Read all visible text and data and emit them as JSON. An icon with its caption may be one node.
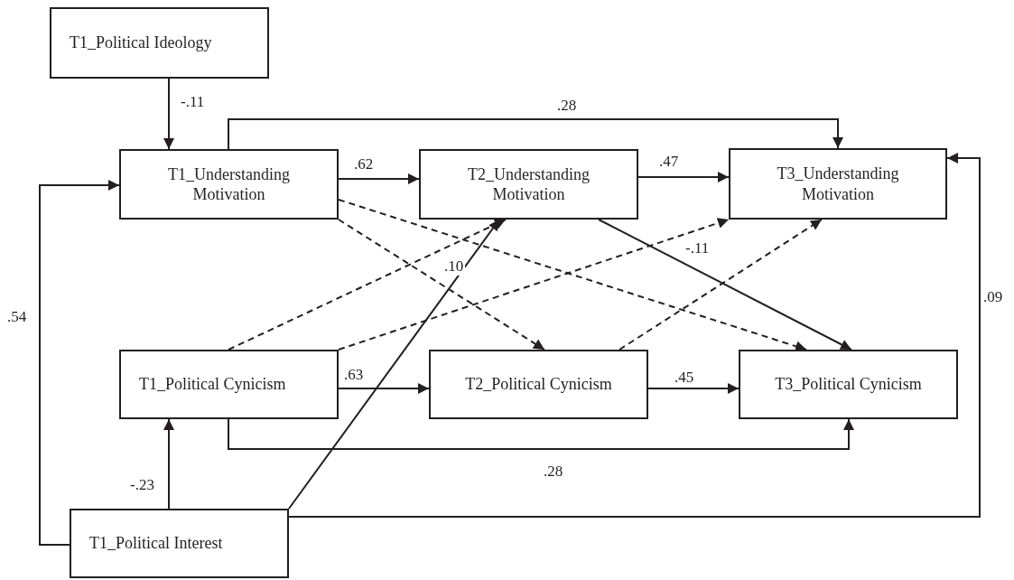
{
  "diagram": {
    "nodes": [
      {
        "text": [
          "T1_Political Ideology"
        ]
      },
      {
        "text": [
          "T1_Understanding Motivation"
        ]
      },
      {
        "text": [
          "T2_Understanding Motivation"
        ]
      },
      {
        "text": [
          "T3_Understanding Motivation"
        ]
      },
      {
        "text": [
          "T1_Political Cynicism"
        ]
      },
      {
        "text": [
          "T2_Political Cynicism"
        ]
      },
      {
        "text": [
          "T3_Political Cynicism"
        ]
      },
      {
        "text": [
          "T1_Political Interest"
        ]
      }
    ],
    "edges": [
      {
        "from": 0,
        "to": 1,
        "arrow": "to",
        "label": "-.11"
      },
      {
        "from": 1,
        "to": 3,
        "arrow": "to",
        "label": ".28"
      },
      {
        "from": 1,
        "to": 2,
        "arrow": "to",
        "label": ".62"
      },
      {
        "from": 2,
        "to": 3,
        "arrow": "to",
        "label": ".47"
      },
      {
        "from": 1,
        "to": 5,
        "arrow": "to",
        "style": "dashed"
      },
      {
        "from": 1,
        "to": 6,
        "arrow": "to",
        "style": "dashed"
      },
      {
        "from": 4,
        "to": 2,
        "arrow": "to",
        "style": "dashed"
      },
      {
        "from": 4,
        "to": 3,
        "arrow": "to",
        "style": "dashed"
      },
      {
        "from": 5,
        "to": 3,
        "arrow": "to",
        "style": "dashed"
      },
      {
        "from": 2,
        "to": 6,
        "arrow": "to",
        "label": "-.11"
      },
      {
        "from": 7,
        "to": 2,
        "arrow": "to",
        "label": ".10"
      },
      {
        "from": 4,
        "to": 5,
        "arrow": "to",
        "label": ".63"
      },
      {
        "from": 5,
        "to": 6,
        "arrow": "to",
        "label": ".45"
      },
      {
        "from": 4,
        "to": 6,
        "arrow": "to",
        "label": ".28"
      },
      {
        "from": 7,
        "to": 4,
        "arrow": "to",
        "label": "-.23"
      },
      {
        "from": 7,
        "to": 1,
        "arrow": "to",
        "label": ".54"
      },
      {
        "from": 7,
        "to": 3,
        "arrow": "to",
        "label": ".09"
      }
    ]
  }
}
